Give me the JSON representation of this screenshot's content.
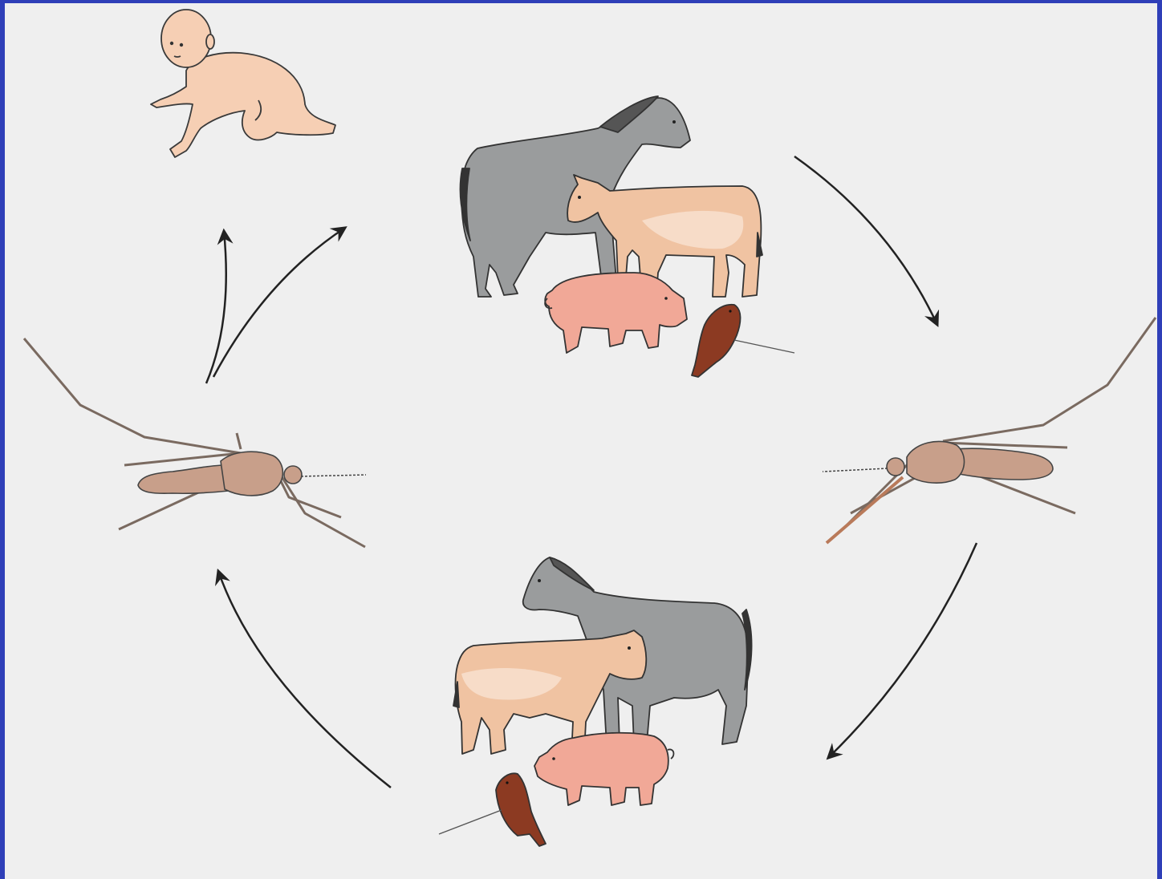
{
  "diagram": {
    "background_color": "#efefef",
    "border_color": "#2f3fb8",
    "nodes": [
      {
        "id": "human-infant",
        "label": ""
      },
      {
        "id": "reservoir-animals-top",
        "members": [
          "horse",
          "cow",
          "pig",
          "bird"
        ],
        "label": ""
      },
      {
        "id": "mosquito-right",
        "label": ""
      },
      {
        "id": "reservoir-animals-bottom",
        "members": [
          "horse",
          "cow",
          "pig",
          "bird"
        ],
        "label": ""
      },
      {
        "id": "mosquito-left",
        "label": ""
      }
    ],
    "edges": [
      {
        "from": "reservoir-animals-top",
        "to": "mosquito-right"
      },
      {
        "from": "mosquito-right",
        "to": "reservoir-animals-bottom"
      },
      {
        "from": "reservoir-animals-bottom",
        "to": "mosquito-left"
      },
      {
        "from": "mosquito-left",
        "to": "human-infant"
      },
      {
        "from": "mosquito-left",
        "to": "reservoir-animals-top"
      }
    ],
    "colors": {
      "horse": "#9a9c9d",
      "cow": "#f0c3a2",
      "pig": "#f1a897",
      "bird": "#8c3a22",
      "infant": "#f6cfb4",
      "mosquito": "#c89f8a",
      "arrow": "#222222"
    }
  }
}
